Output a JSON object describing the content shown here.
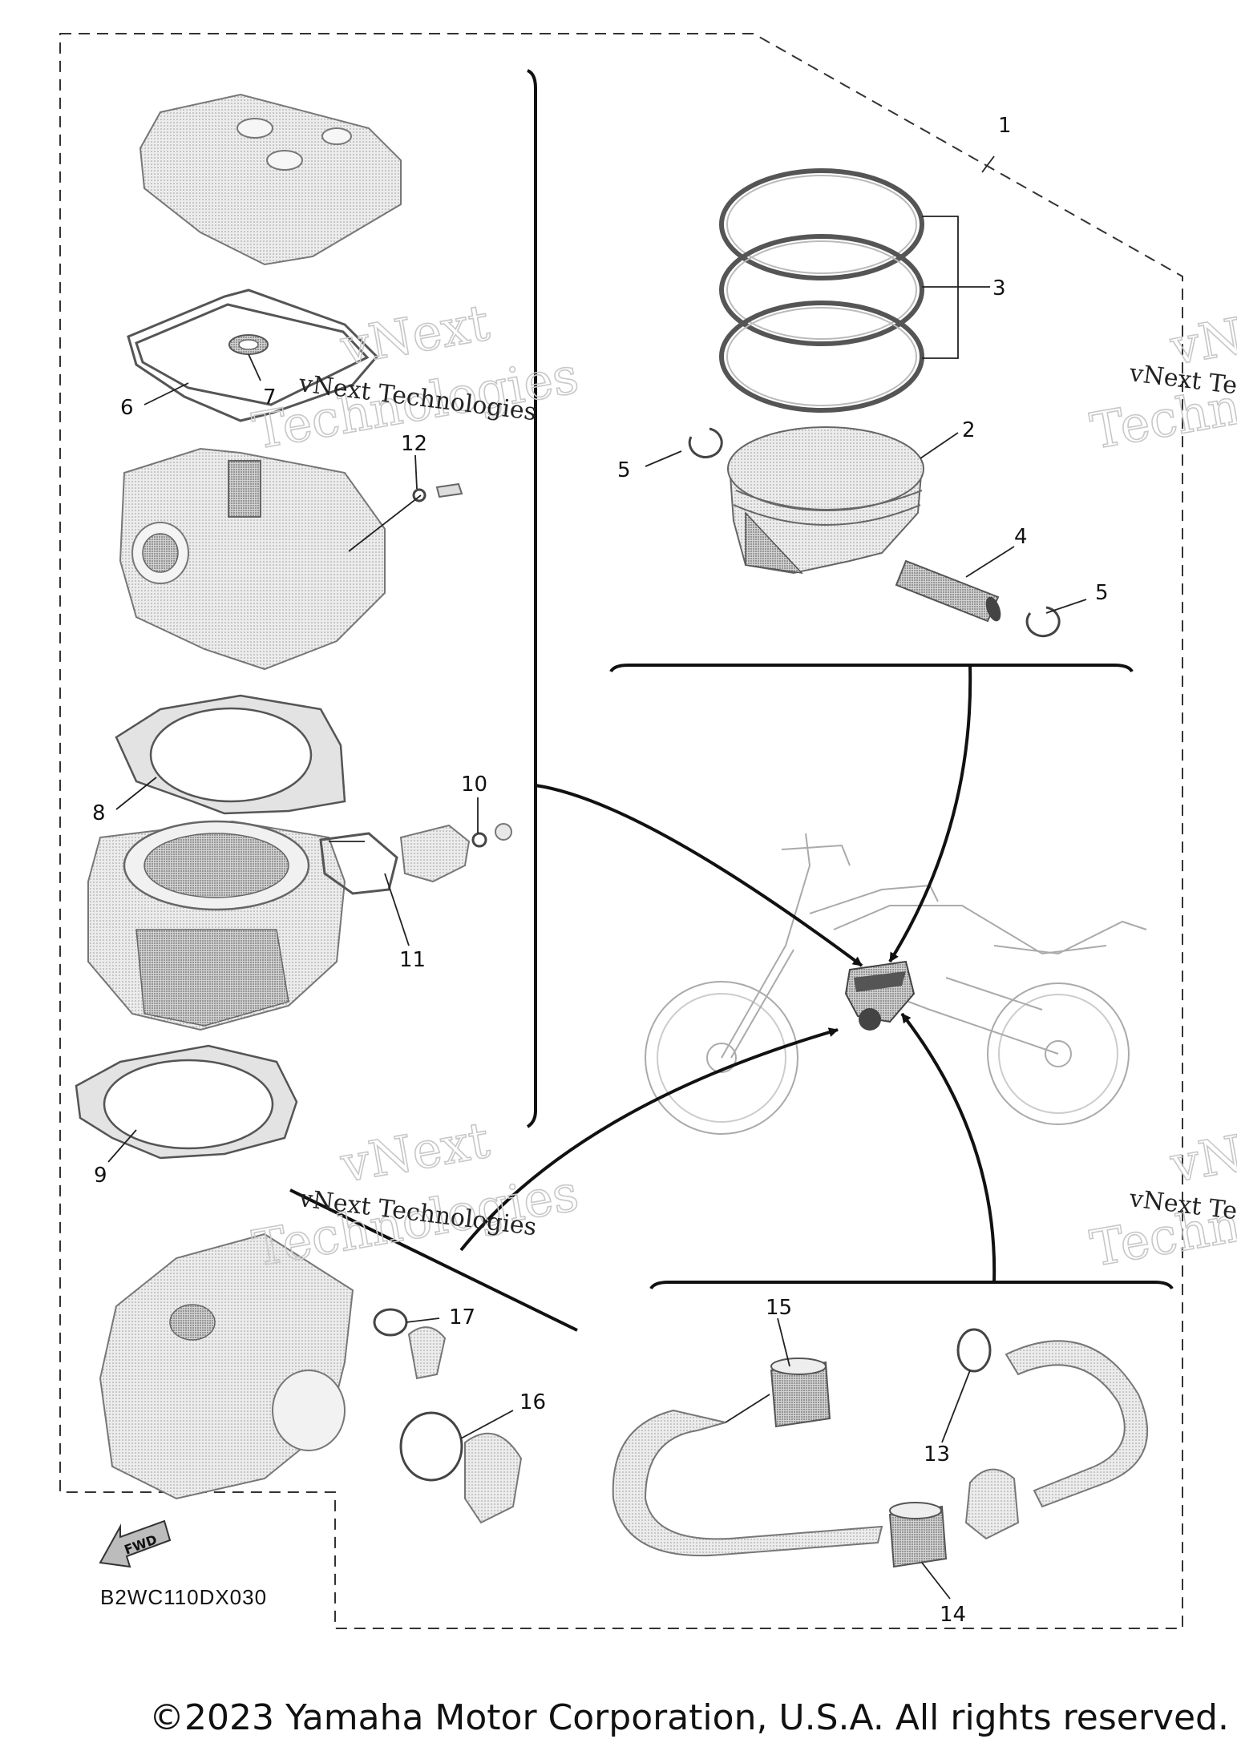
{
  "diagram_code": "B2WC110DX030",
  "copyright": "©2023 Yamaha Motor Corporation, U.S.A. All rights reserved.",
  "fwd_label": "FWD",
  "watermark": {
    "line1": "vNext",
    "line2": "Technologies",
    "caption": "vNext Technologies",
    "caption_cut": "vNext Tec",
    "line2_cut": "Techno"
  },
  "callouts": [
    "1",
    "2",
    "3",
    "4",
    "5",
    "5",
    "6",
    "7",
    "8",
    "9",
    "10",
    "11",
    "12",
    "13",
    "14",
    "15",
    "16",
    "17"
  ],
  "icons": {
    "fwd_arrow": "fwd-arrow-icon",
    "motorcycle": "motorcycle-icon"
  }
}
